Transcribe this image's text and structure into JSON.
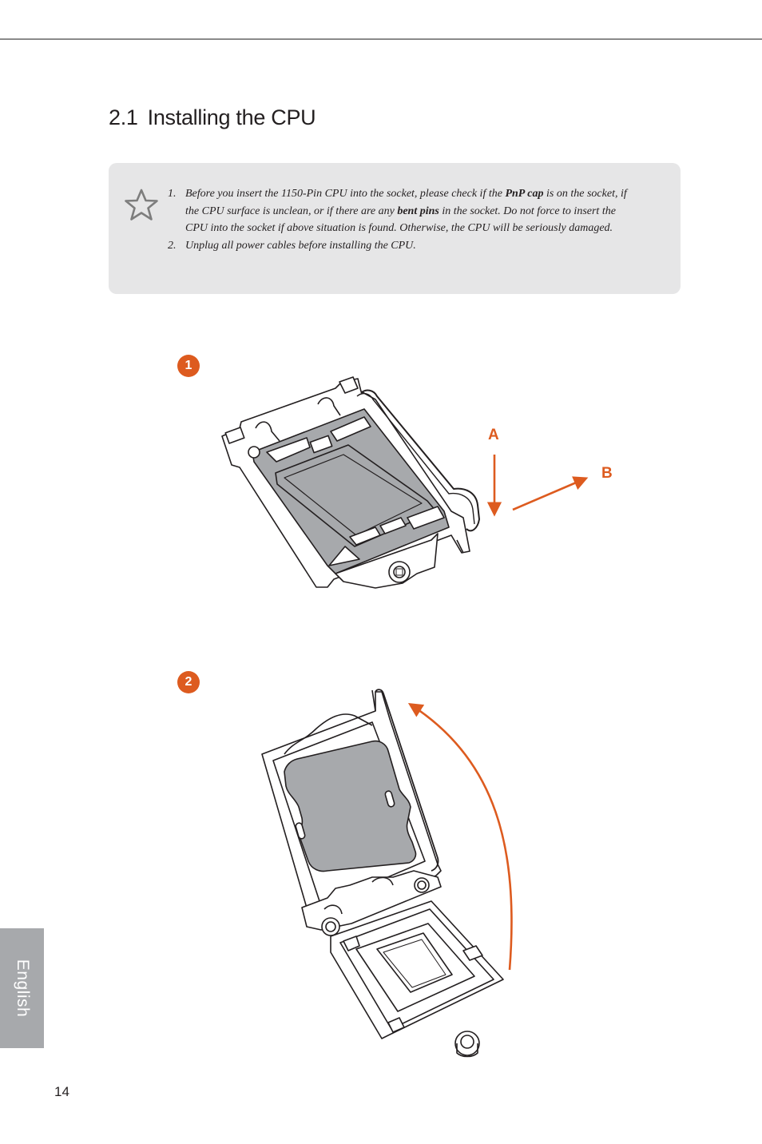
{
  "section": {
    "number": "2.1",
    "title": "Installing the CPU"
  },
  "notes": [
    {
      "marker": "1.",
      "parts": [
        {
          "t": "Before you insert the 1150-Pin CPU into the socket, please check if the "
        },
        {
          "t": "PnP cap",
          "b": true
        },
        {
          "t": " is on the socket, if the CPU surface is unclean, or if there are any "
        },
        {
          "t": "bent pins",
          "b": true
        },
        {
          "t": " in the socket. Do not force to insert the CPU into the socket if above situation is found. Otherwise, the CPU will be seriously damaged."
        }
      ]
    },
    {
      "marker": "2.",
      "parts": [
        {
          "t": "Unplug all power cables before installing the CPU."
        }
      ]
    }
  ],
  "steps": [
    {
      "label": "1"
    },
    {
      "label": "2"
    }
  ],
  "arrow_labels": {
    "a": "A",
    "b": "B"
  },
  "side_tab": {
    "label": "English"
  },
  "page_number": "14",
  "colors": {
    "accent": "#dd5b1f",
    "note_bg": "#e6e6e7",
    "tab_bg": "#a7a9ac",
    "socket_fill": "#a7a9ac"
  },
  "icons": {
    "note": "star-outline-icon"
  }
}
